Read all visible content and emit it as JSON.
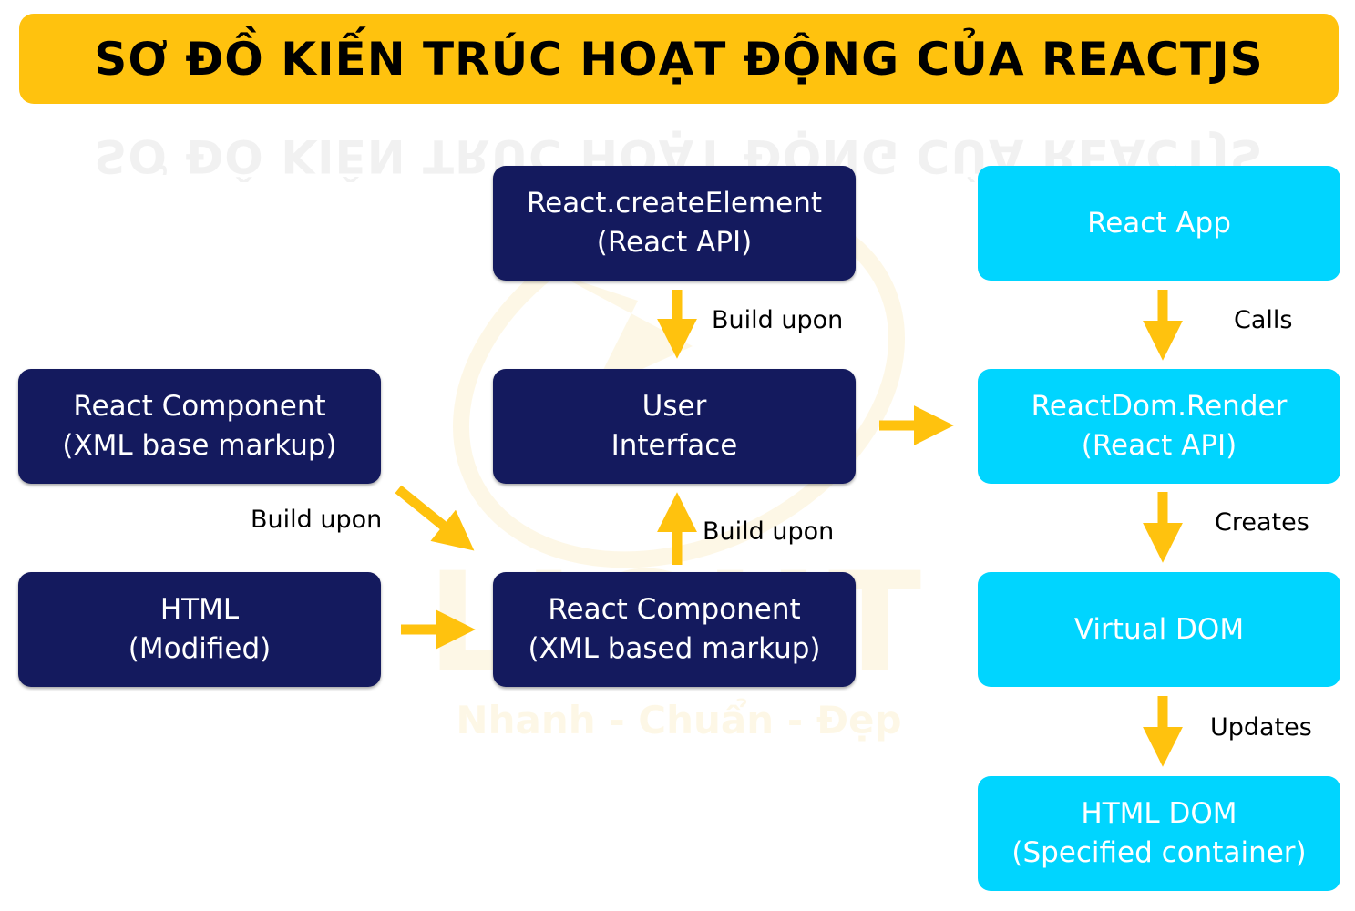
{
  "title": "SƠ ĐỒ KIẾN TRÚC HOẠT ĐỘNG CỦA REACTJS",
  "watermark": {
    "brand": "LIGHT",
    "tagline": "Nhanh - Chuẩn - Đẹp"
  },
  "nodes": {
    "create_element": {
      "line1": "React.createElement",
      "line2": "(React API)"
    },
    "user_interface": {
      "line1": "User",
      "line2": "Interface"
    },
    "react_component_left": {
      "line1": "React Component",
      "line2": "(XML base markup)"
    },
    "html_modified": {
      "line1": "HTML",
      "line2": "(Modified)"
    },
    "react_component_center": {
      "line1": "React Component",
      "line2": "(XML based markup)"
    },
    "react_app": {
      "line1": "React App"
    },
    "reactdom_render": {
      "line1": "ReactDom.Render",
      "line2": "(React API)"
    },
    "virtual_dom": {
      "line1": "Virtual DOM"
    },
    "html_dom": {
      "line1": "HTML DOM",
      "line2": "(Specified container)"
    }
  },
  "edge_labels": {
    "build_upon_top": "Build upon",
    "build_upon_left": "Build upon",
    "build_upon_center": "Build upon",
    "calls": "Calls",
    "creates": "Creates",
    "updates": "Updates"
  },
  "colors": {
    "title_bar": "#FFC20E",
    "dark_box": "#141A5E",
    "cyan_box": "#00D5FF",
    "arrow": "#FFC20E",
    "watermark": "#F3C53C"
  }
}
